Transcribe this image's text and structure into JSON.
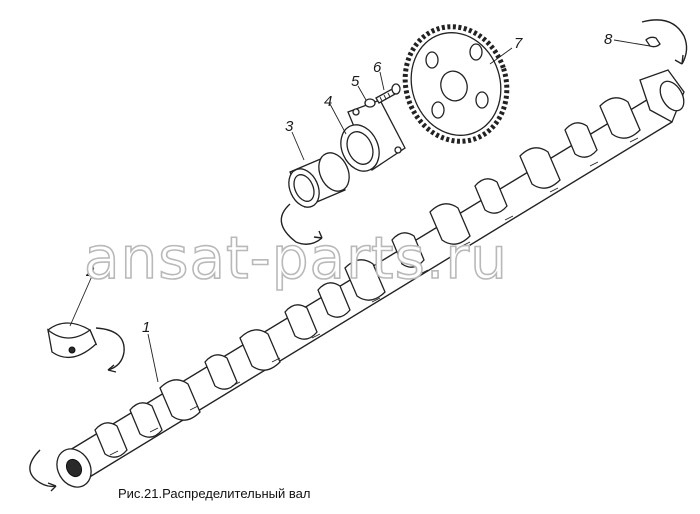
{
  "caption": "Рис.21.Распределительный вал",
  "watermark": "ansat-parts.ru",
  "part_labels": [
    "1",
    "2",
    "3",
    "4",
    "5",
    "6",
    "7",
    "8"
  ]
}
